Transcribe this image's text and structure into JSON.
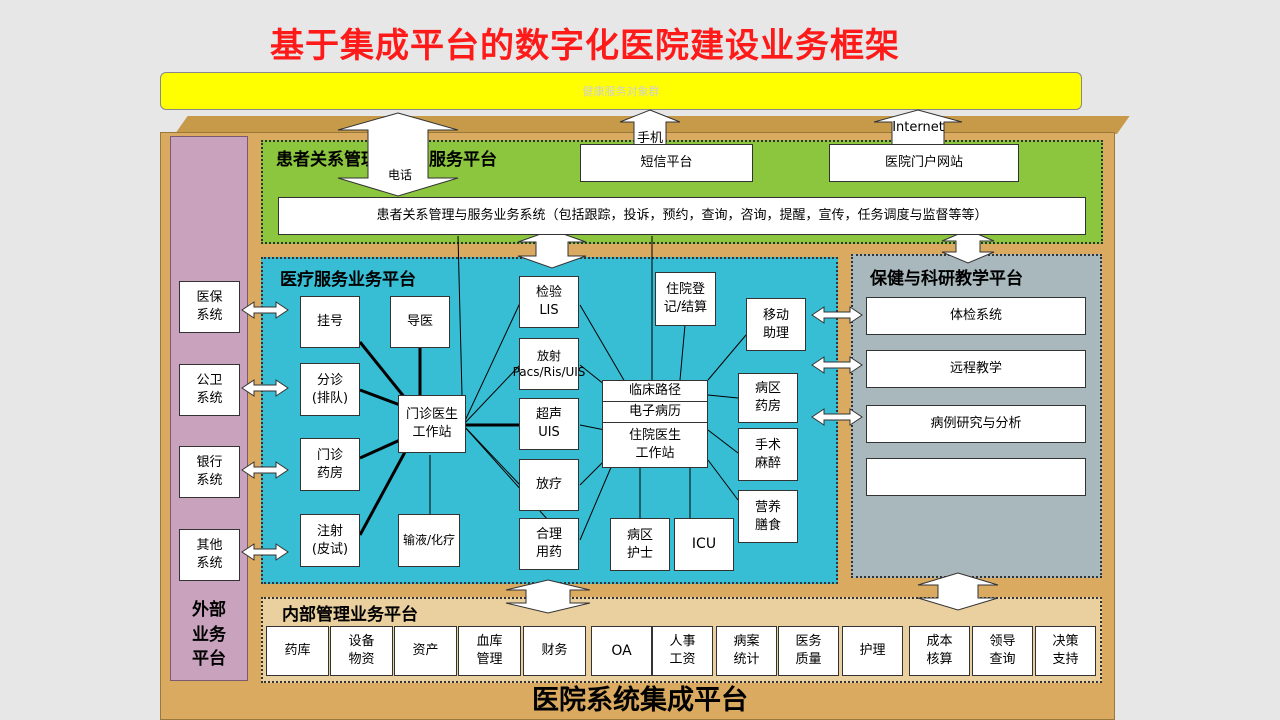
{
  "title": "基于集成平台的数字化医院建设业务框架",
  "top_bar": "健康服务对象群",
  "bottom_title": "医院系统集成平台",
  "external": {
    "label": "外部\n业务\n平台",
    "systems": [
      "医保\n系统",
      "公卫\n系统",
      "银行\n系统",
      "其他\n系统"
    ]
  },
  "patient_platform": {
    "label": "患者关系管理与患者服务平台",
    "phone_label": "电话",
    "mobile_label": "手机",
    "internet_label": "Internet",
    "sms": "短信平台",
    "portal": "医院门户网站",
    "crm": "患者关系管理与服务业务系统（包括跟踪，投诉，预约，查询，咨询，提醒，宣传，任务调度与监督等等）"
  },
  "medical_platform": {
    "label": "医疗服务业务平台",
    "outpatient": [
      "挂号",
      "导医",
      "分诊\n(排队)",
      "门诊\n药房",
      "注射\n(皮试)",
      "输液/化疗"
    ],
    "outpatient_station": "门诊医生\n工作站",
    "middle": [
      "检验\nLIS",
      "放射\nPacs/Ris/UIS",
      "超声\nUIS",
      "放疗",
      "合理\n用药"
    ],
    "inpatient_register": "住院登\n记/结算",
    "clinical_path": "临床路径",
    "emr": "电子病历",
    "inpatient_station": "住院医生\n工作站",
    "ward_nurse": "病区\n护士",
    "icu": "ICU",
    "right": [
      "移动\n助理",
      "病区\n药房",
      "手术\n麻醉",
      "营养\n膳食"
    ]
  },
  "research_platform": {
    "label": "保健与科研教学平台",
    "items": [
      "体检系统",
      "远程教学",
      "病例研究与分析",
      ""
    ]
  },
  "internal_platform": {
    "label": "内部管理业务平台",
    "items": [
      "药库",
      "设备\n物资",
      "资产",
      "血库\n管理",
      "财务",
      "OA",
      "人事\n工资",
      "病案\n统计",
      "医务\n质量",
      "护理",
      "成本\n核算",
      "领导\n查询",
      "决策\n支持"
    ]
  }
}
